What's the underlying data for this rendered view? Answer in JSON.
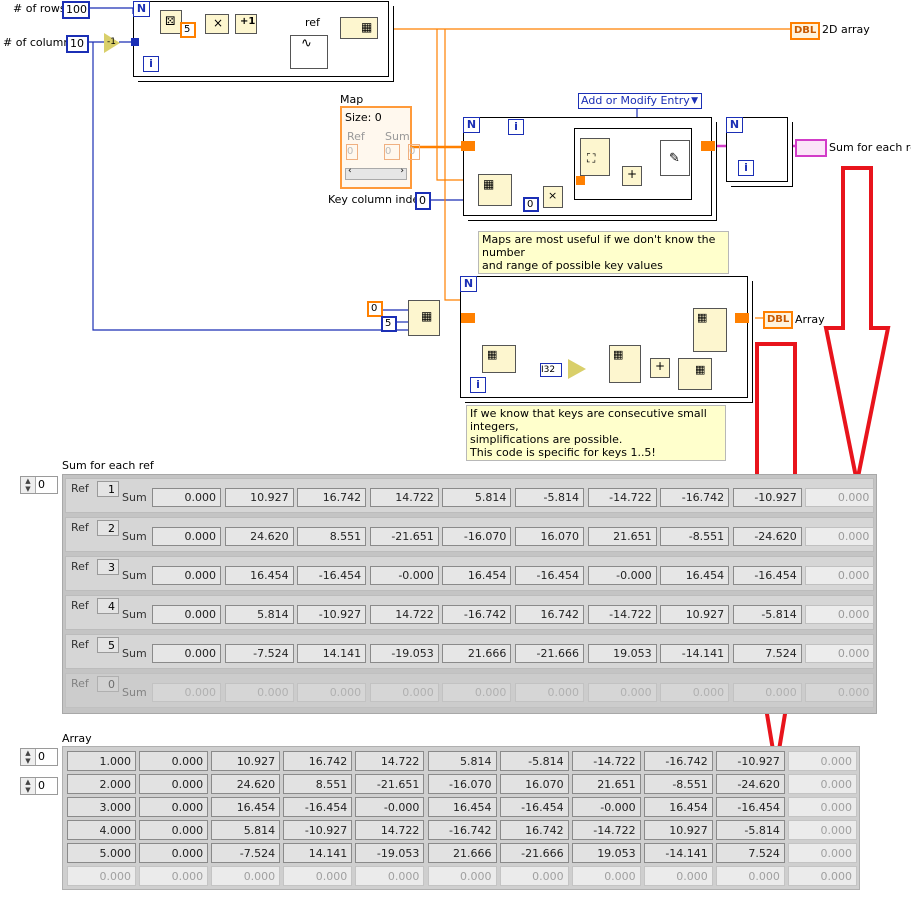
{
  "block_diagram": {
    "rows_label": "# of rows",
    "rows_value": "100",
    "cols_label": "# of columns",
    "cols_value": "10",
    "decrement_label": "-1",
    "const_5": "5",
    "ref_label": "ref",
    "iter_label": "i",
    "count_label": "N",
    "out_2d_label": "2D array",
    "out_2d_tag": "DBL",
    "map_label": "Map",
    "map_size": "Size: 0",
    "map_ref": "Ref",
    "map_sum": "Sum",
    "map_ref_val": "0",
    "map_sum_val": "0",
    "map_key_val": "0",
    "add_modify_label": "Add or Modify Entry",
    "key_col_label": "Key column index",
    "key_col_value": "0",
    "const_zero": "0",
    "sum_out_label": "Sum for each ref",
    "note1_line1": "Maps are most useful if we don't know the number",
    "note1_line2": "and range of possible key values",
    "array_out_label": "Array",
    "array_out_tag": "DBL",
    "init_const_0": "0",
    "init_const_5": "5",
    "i32_label": "I32",
    "note2_line1": "If we know that keys are consecutive small integers,",
    "note2_line2": "simplifications are possible.",
    "note2_line3": "This code is specific for keys 1..5!"
  },
  "sum_panel": {
    "label": "Sum for each ref",
    "index_value": "0",
    "ref_caption": "Ref",
    "sum_caption": "Sum",
    "rows": [
      {
        "ref": "1",
        "values": [
          "0.000",
          "10.927",
          "16.742",
          "14.722",
          "5.814",
          "-5.814",
          "-14.722",
          "-16.742",
          "-10.927",
          "0.000"
        ]
      },
      {
        "ref": "2",
        "values": [
          "0.000",
          "24.620",
          "8.551",
          "-21.651",
          "-16.070",
          "16.070",
          "21.651",
          "-8.551",
          "-24.620",
          "0.000"
        ]
      },
      {
        "ref": "3",
        "values": [
          "0.000",
          "16.454",
          "-16.454",
          "-0.000",
          "16.454",
          "-16.454",
          "-0.000",
          "16.454",
          "-16.454",
          "0.000"
        ]
      },
      {
        "ref": "4",
        "values": [
          "0.000",
          "5.814",
          "-10.927",
          "14.722",
          "-16.742",
          "16.742",
          "-14.722",
          "10.927",
          "-5.814",
          "0.000"
        ]
      },
      {
        "ref": "5",
        "values": [
          "0.000",
          "-7.524",
          "14.141",
          "-19.053",
          "21.666",
          "-21.666",
          "19.053",
          "-14.141",
          "7.524",
          "0.000"
        ]
      },
      {
        "ref": "0",
        "values": [
          "0.000",
          "0.000",
          "0.000",
          "0.000",
          "0.000",
          "0.000",
          "0.000",
          "0.000",
          "0.000",
          "0.000"
        ]
      }
    ]
  },
  "array_panel": {
    "label": "Array",
    "row_index": "0",
    "col_index": "0",
    "rows": [
      [
        "1.000",
        "0.000",
        "10.927",
        "16.742",
        "14.722",
        "5.814",
        "-5.814",
        "-14.722",
        "-16.742",
        "-10.927",
        "0.000"
      ],
      [
        "2.000",
        "0.000",
        "24.620",
        "8.551",
        "-21.651",
        "-16.070",
        "16.070",
        "21.651",
        "-8.551",
        "-24.620",
        "0.000"
      ],
      [
        "3.000",
        "0.000",
        "16.454",
        "-16.454",
        "-0.000",
        "16.454",
        "-16.454",
        "-0.000",
        "16.454",
        "-16.454",
        "0.000"
      ],
      [
        "4.000",
        "0.000",
        "5.814",
        "-10.927",
        "14.722",
        "-16.742",
        "16.742",
        "-14.722",
        "10.927",
        "-5.814",
        "0.000"
      ],
      [
        "5.000",
        "0.000",
        "-7.524",
        "14.141",
        "-19.053",
        "21.666",
        "-21.666",
        "19.053",
        "-14.141",
        "7.524",
        "0.000"
      ],
      [
        "0.000",
        "0.000",
        "0.000",
        "0.000",
        "0.000",
        "0.000",
        "0.000",
        "0.000",
        "0.000",
        "0.000",
        "0.000"
      ]
    ]
  },
  "colors": {
    "wire_blue": "#1b2fb5",
    "wire_orange": "#ff8000",
    "wire_pink": "#d23cc8",
    "annotation_red": "#e8141c"
  }
}
